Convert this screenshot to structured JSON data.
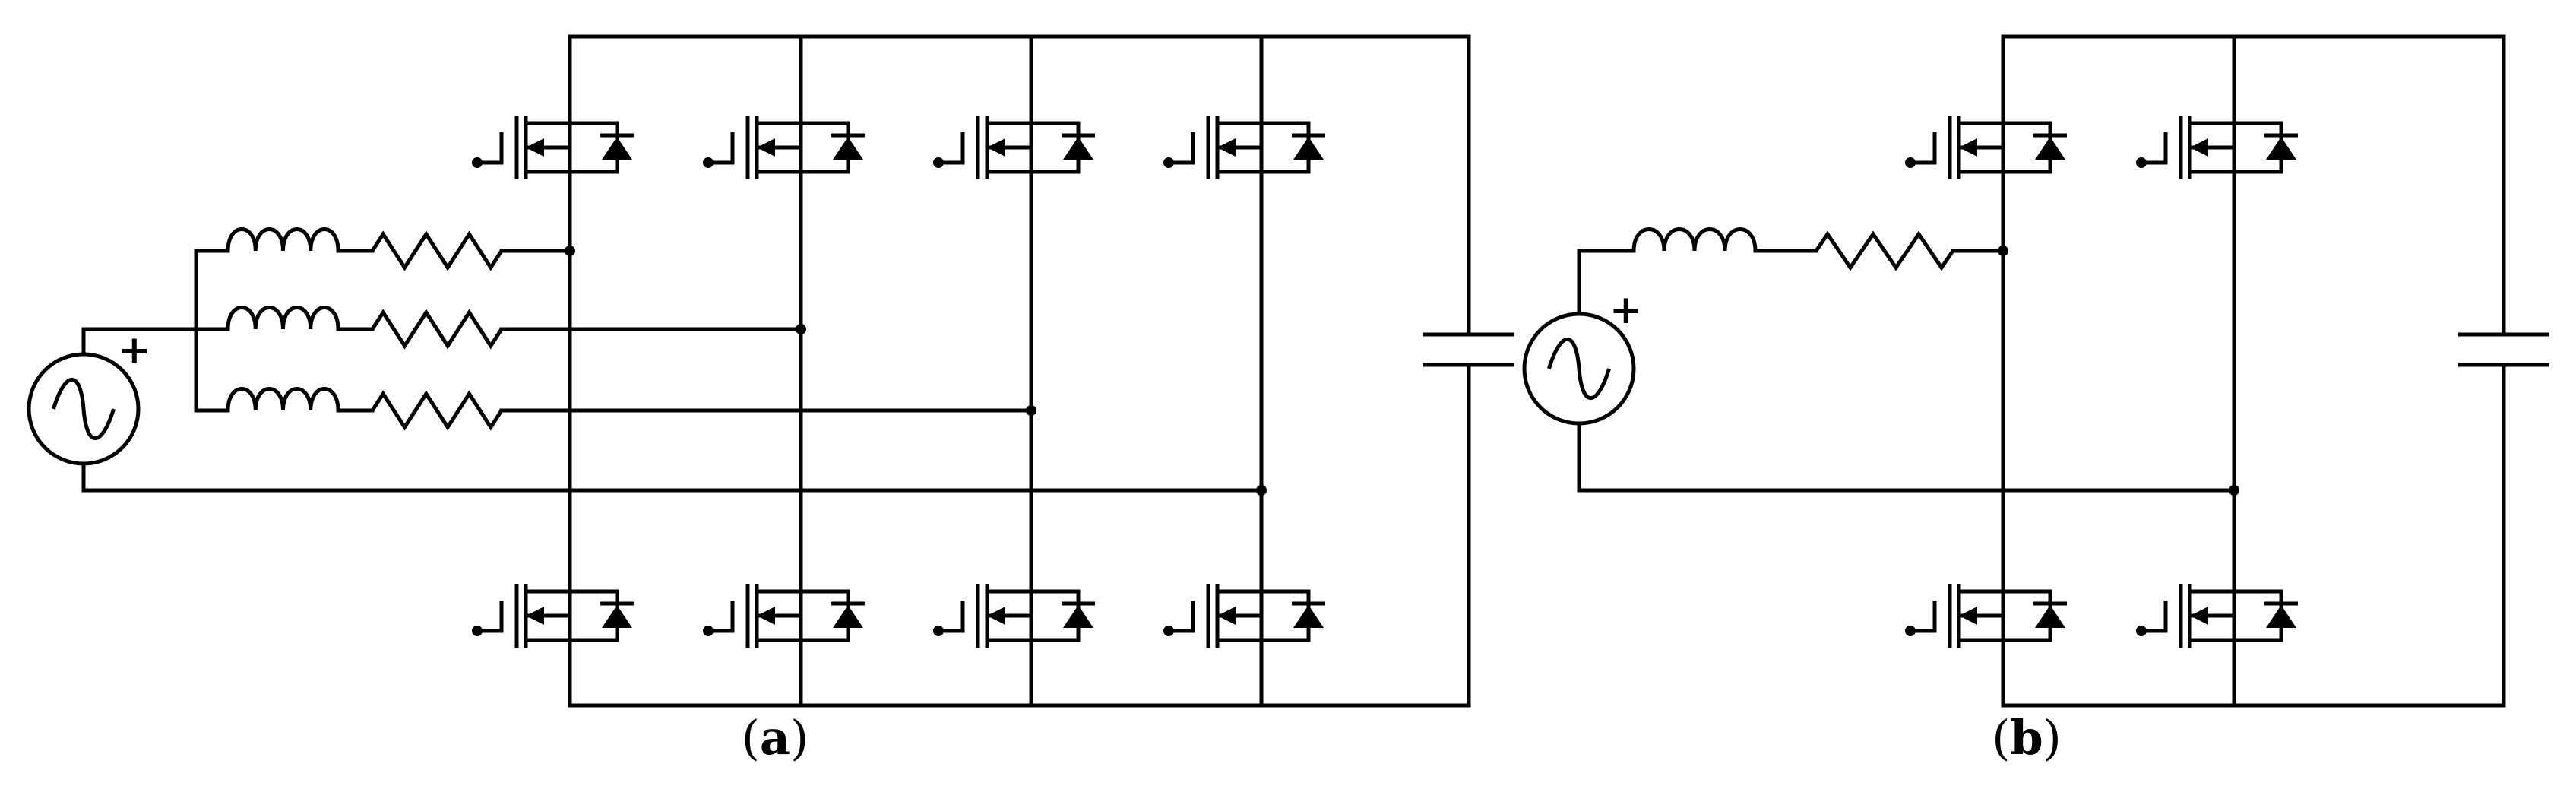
{
  "figure": {
    "panels": [
      {
        "id": "a",
        "caption_open": "(",
        "caption_letter": "a",
        "caption_close": ")",
        "description_parts": {
          "ac_source_polarity": "+",
          "legs": 4,
          "input_rl_branches": 3
        }
      },
      {
        "id": "b",
        "caption_open": "(",
        "caption_letter": "b",
        "caption_close": ")",
        "description_parts": {
          "ac_source_polarity": "+",
          "legs": 2,
          "input_rl_branches": 1
        }
      }
    ]
  },
  "colors": {
    "line": "#000000",
    "background": "#ffffff"
  },
  "icons": [
    "ac-source-icon",
    "inductor-icon",
    "resistor-icon",
    "capacitor-icon",
    "mosfet-icon",
    "diode-icon"
  ]
}
